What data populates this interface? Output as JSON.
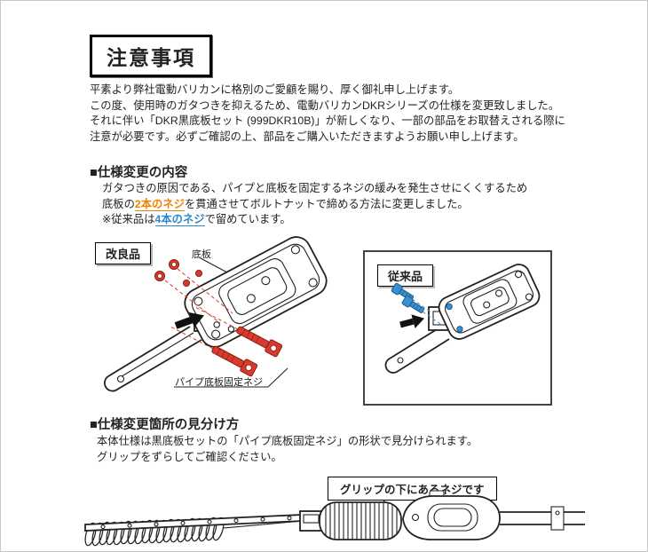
{
  "page": {
    "title": "注意事項"
  },
  "intro": {
    "line1": "平素より弊社電動バリカンに格別のご愛顧を賜り、厚く御礼申し上げます。",
    "line2": "この度、使用時のガタつきを抑えるため、電動バリカンDKRシリーズの仕様を変更致しました。",
    "line3": "それに伴い「DKR黒底板セット (999DKR10B)」が新しくなり、一部の部品をお取替えされる際に",
    "line4": "注意が必要です。必ずご確認の上、部品をご購入いただきますようお願い申し上げます。"
  },
  "spec_change": {
    "heading": "■仕様変更の内容",
    "line1": "ガタつきの原因である、パイプと底板を固定するネジの緩みを発生させにくくするため",
    "line2_pre": "底板の",
    "line2_highlight": "2本のネジ",
    "line2_post": "を貫通させてボルトナットで締める方法に変更しました。",
    "line3_pre": "※従来品は",
    "line3_highlight": "4本のネジ",
    "line3_post": "で留めています。"
  },
  "diagrams": {
    "improved_label": "改良品",
    "base_plate_label": "底板",
    "screw_label": "パイプ底板固定ネジ",
    "conventional_label": "従来品"
  },
  "identify": {
    "heading": "■仕様変更箇所の見分け方",
    "line1": "本体仕様は黒底板セットの「パイプ底板固定ネジ」の形状で見分けられます。",
    "line2": "グリップをずらしてご確認ください。",
    "callout": "グリップの下にあるネジです"
  },
  "colors": {
    "highlight_orange": "#ef8200",
    "highlight_blue": "#2e86c8",
    "screw_red": "#d93a2e",
    "screw_blue": "#3a8fd1"
  }
}
